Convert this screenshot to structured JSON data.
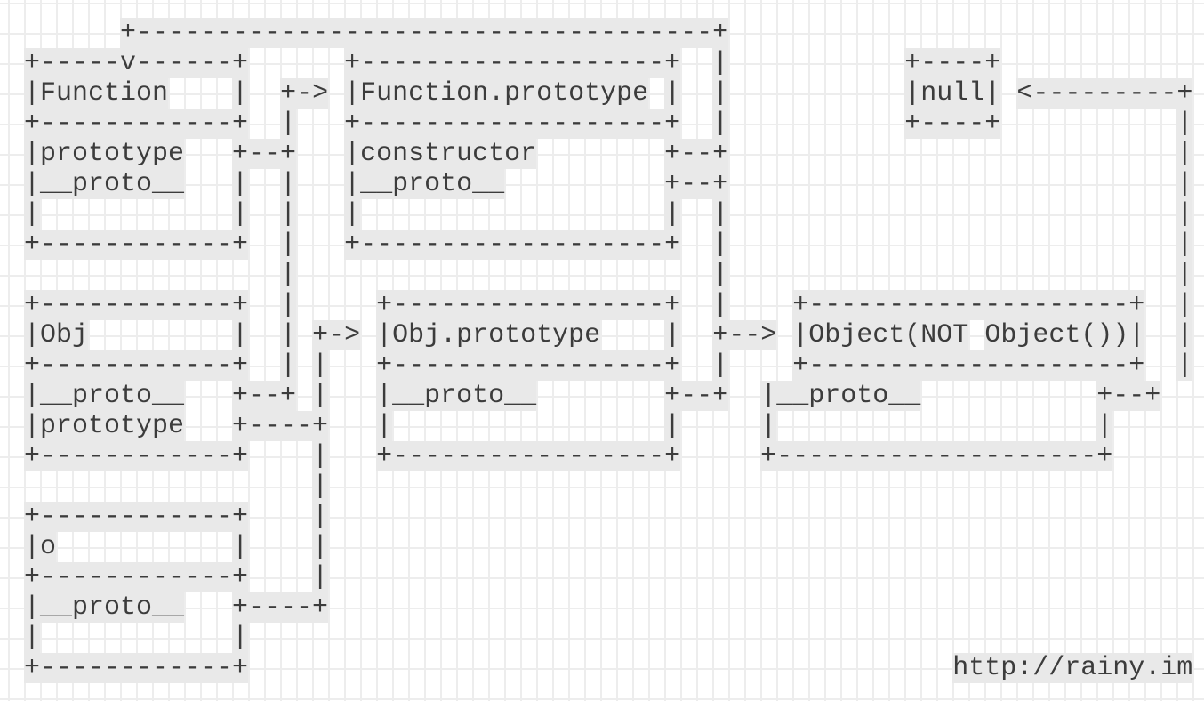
{
  "page": {
    "background_color": "#ffffff",
    "grid_line_color": "#ededed",
    "ink_color": "#3c3c3c",
    "highlight_color": "#e9e9e9"
  },
  "watermark": "http://rainy.im",
  "diagram": {
    "boxes": [
      {
        "title": "Function",
        "fields": [
          "prototype",
          "__proto__"
        ]
      },
      {
        "title": "Function.prototype",
        "fields": [
          "constructor",
          "__proto__"
        ]
      },
      {
        "title": "null",
        "fields": []
      },
      {
        "title": "Obj",
        "fields": [
          "__proto__",
          "prototype"
        ]
      },
      {
        "title": "Obj.prototype",
        "fields": [
          "__proto__"
        ]
      },
      {
        "title": "Object(NOT Object())",
        "fields": [
          "__proto__"
        ]
      },
      {
        "title": "o",
        "fields": [
          "__proto__"
        ]
      }
    ],
    "lines": [
      "      +------------------------------------+",
      "+-----v------+      +-------------------+  |           +----+",
      "|Function    |  +-> |Function.prototype |  |           |null| <---------+",
      "+------------+  |   +-------------------+  |           +----+           |",
      "|prototype   +--+   |constructor        +--+                            |",
      "|__proto__   |  |   |__proto__          +--+                            |",
      "|            |  |   |                   |  |                            |",
      "+------------+  |   +-------------------+  |                            |",
      "                |                          |                            |",
      "+------------+  |     +-----------------+  |    +--------------------+  |",
      "|Obj         |  | +-> |Obj.prototype    |  +--> |Object(NOT Object())|  |",
      "+------------+  | |   +-----------------+  |    +--------------------+  |",
      "|__proto__   +--+ |   |__proto__        +--+  |__proto__           +--+",
      "|prototype   +----+   |                 |     |                    |",
      "+------------+    |   +-----------------+     +--------------------+",
      "                  |",
      "+------------+    |",
      "|o           |    |",
      "+------------+    |",
      "|__proto__   +----+",
      "|            |",
      "+------------+                                            http://rainy.im"
    ]
  }
}
